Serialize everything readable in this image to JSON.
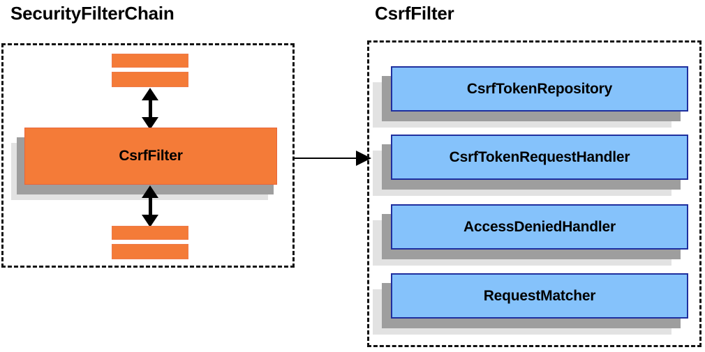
{
  "diagram": {
    "type": "component-relationship-diagram",
    "background_color": "#ffffff",
    "panels": [
      {
        "id": "security-filter-chain",
        "title": "SecurityFilterChain",
        "accent_color": "#f47b38",
        "border_style": "dashed",
        "border_color": "#111111",
        "components": [
          {
            "name": "filter-bar-top-1",
            "label": "",
            "kind": "bar"
          },
          {
            "name": "filter-bar-top-2",
            "label": "",
            "kind": "bar"
          },
          {
            "name": "csrf-filter",
            "label": "CsrfFilter",
            "kind": "card"
          },
          {
            "name": "filter-bar-bottom-1",
            "label": "",
            "kind": "bar"
          },
          {
            "name": "filter-bar-bottom-2",
            "label": "",
            "kind": "bar"
          }
        ]
      },
      {
        "id": "csrf-filter",
        "title": "CsrfFilter",
        "accent_color": "#85c2fb",
        "border_style": "dashed",
        "border_color": "#111111",
        "components": [
          {
            "name": "csrf-token-repository",
            "label": "CsrfTokenRepository",
            "kind": "card"
          },
          {
            "name": "csrf-token-request-handler",
            "label": "CsrfTokenRequestHandler",
            "kind": "card"
          },
          {
            "name": "access-denied-handler",
            "label": "AccessDeniedHandler",
            "kind": "card"
          },
          {
            "name": "request-matcher",
            "label": "RequestMatcher",
            "kind": "card"
          }
        ]
      }
    ],
    "connectors": [
      {
        "name": "chain-to-filter-top",
        "style": "double-headed-vertical-arrow",
        "color": "#000000"
      },
      {
        "name": "chain-to-filter-bottom",
        "style": "double-headed-vertical-arrow",
        "color": "#000000"
      },
      {
        "name": "security-filter-chain-to-csrf-filter",
        "style": "single-headed-horizontal-arrow",
        "color": "#000000"
      }
    ],
    "colors": {
      "orange_fill": "#f47b38",
      "orange_border": "#e8653a",
      "blue_fill": "#85c2fb",
      "blue_border": "#1f2f9e",
      "shadow_near": "#9e9e9e",
      "shadow_far": "#e2e2e2",
      "line": "#000000"
    }
  }
}
